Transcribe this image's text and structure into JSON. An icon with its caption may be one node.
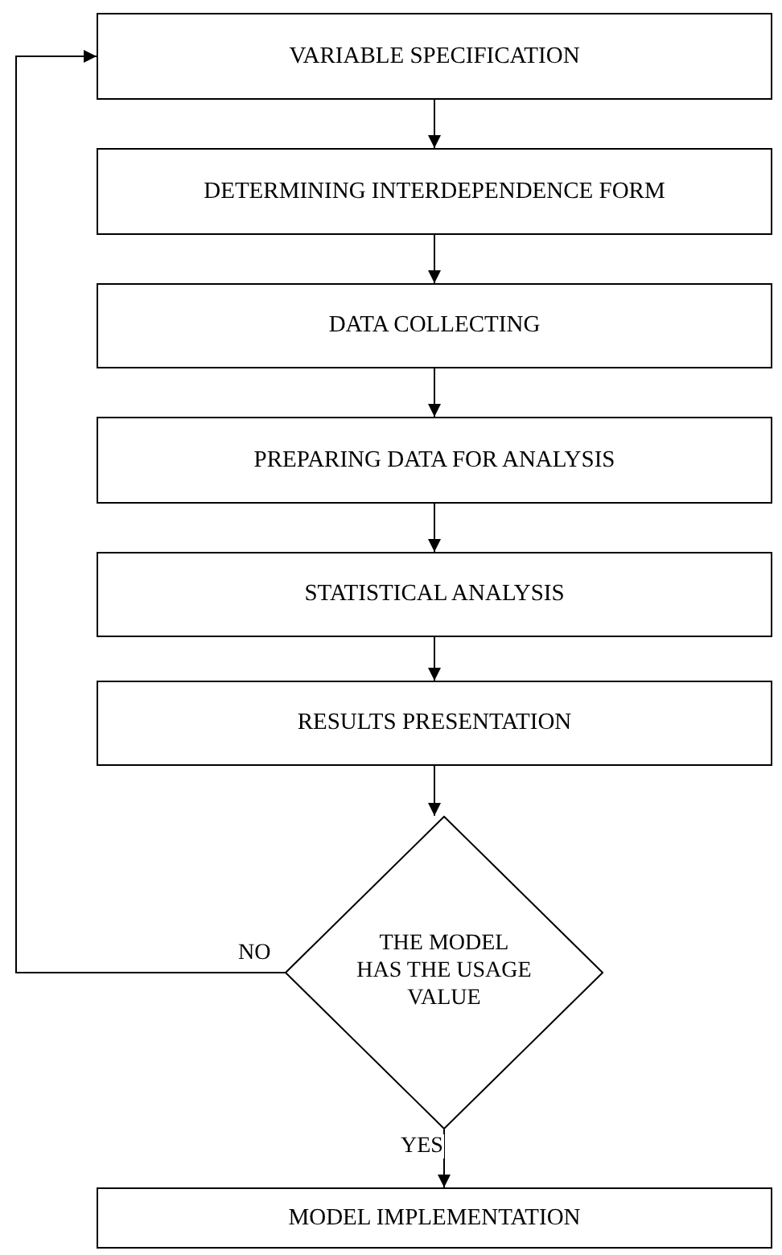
{
  "diagram": {
    "nodes": [
      {
        "text": [
          "VARIABLE SPECIFICATION"
        ]
      },
      {
        "text": [
          "DETERMINING INTERDEPENDENCE FORM"
        ]
      },
      {
        "text": [
          "DATA COLLECTING"
        ]
      },
      {
        "text": [
          "PREPARING DATA FOR ANALYSIS"
        ]
      },
      {
        "text": [
          "STATISTICAL ANALYSIS"
        ]
      },
      {
        "text": [
          "RESULTS PRESENTATION"
        ]
      },
      {
        "text": [
          "THE MODEL HAS THE USAGE VALUE"
        ]
      },
      {
        "text": [
          "MODEL IMPLEMENTATION"
        ]
      }
    ],
    "edges": [
      {
        "from": 0,
        "to": 1,
        "arrow": "to"
      },
      {
        "from": 1,
        "to": 2,
        "arrow": "to"
      },
      {
        "from": 2,
        "to": 3,
        "arrow": "to"
      },
      {
        "from": 3,
        "to": 4,
        "arrow": "to"
      },
      {
        "from": 4,
        "to": 5,
        "arrow": "to"
      },
      {
        "from": 5,
        "to": 6,
        "arrow": "to"
      },
      {
        "from": 6,
        "to": 0,
        "arrow": "to",
        "label": "NO"
      },
      {
        "from": 6,
        "to": 7,
        "arrow": "to",
        "label": "YES"
      }
    ]
  }
}
